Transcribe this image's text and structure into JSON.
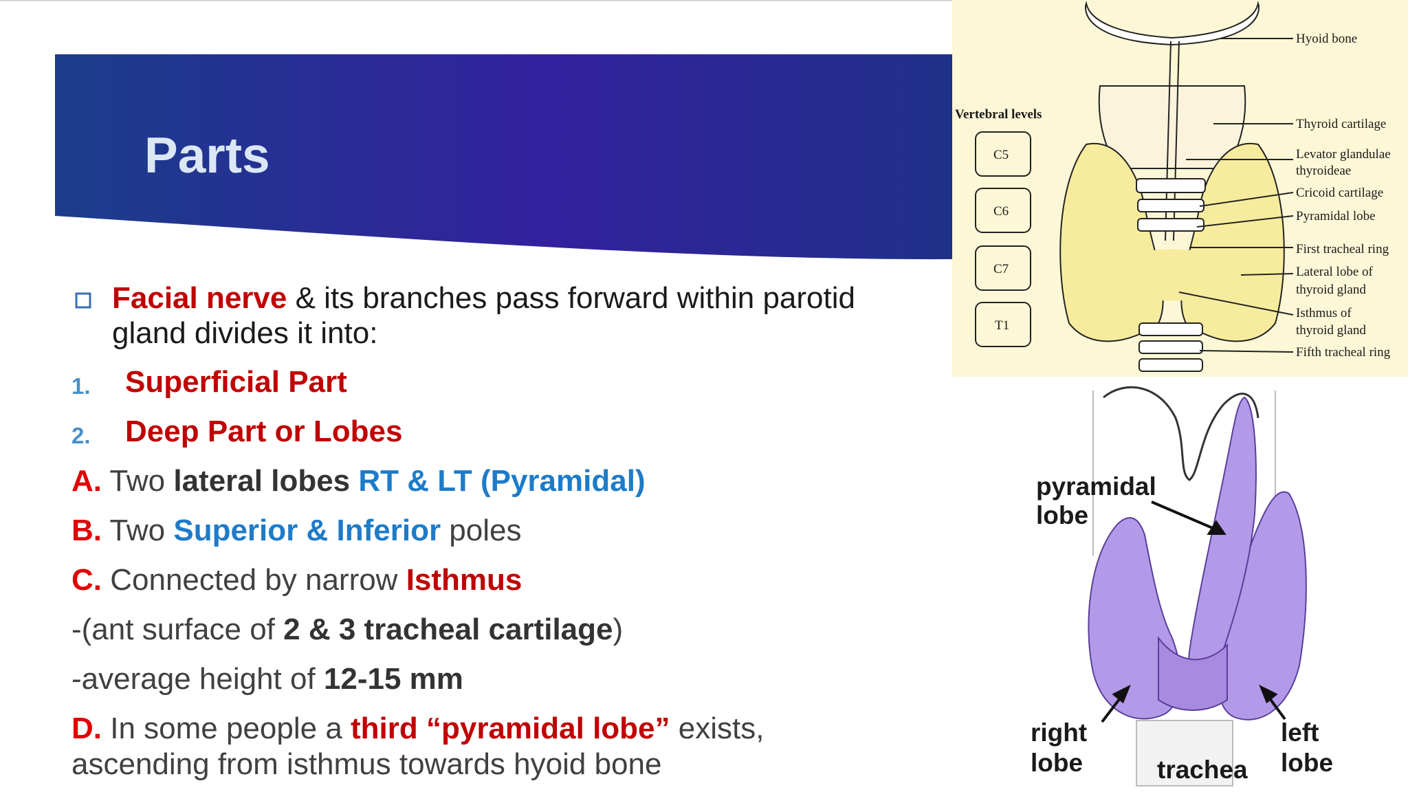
{
  "title": "Parts",
  "intro": {
    "highlight": "Facial nerve",
    "text_line1": " & its branches pass forward within parotid",
    "text_line2": "gland divides it into:"
  },
  "numbered": [
    {
      "num": "1.",
      "text": "Superficial Part"
    },
    {
      "num": "2.",
      "text": "Deep Part or Lobes"
    }
  ],
  "item_a": {
    "letter": "A.",
    "t1": " Two ",
    "t2": "lateral lobes",
    "t3": " ",
    "t4": "RT & LT (Pyramidal)"
  },
  "item_b": {
    "letter": "B.",
    "t1": " Two ",
    "t2": "Superior & Inferior",
    "t3": " poles"
  },
  "item_c": {
    "letter": "C.",
    "t1": " Connected by narrow ",
    "t2": "Isthmus"
  },
  "note_1": {
    "t1": "-(ant surface of ",
    "t2": "2 & 3 tracheal cartilage",
    "t3": ")"
  },
  "note_2": {
    "t1": "-average height of ",
    "t2": "12-15 mm"
  },
  "item_d": {
    "letter": "D.",
    "t1": " In some people a ",
    "t2": "third “pyramidal lobe”",
    "t3": " exists,",
    "line2": "ascending from isthmus towards hyoid bone"
  },
  "figure1": {
    "vertebral_title": "Vertebral levels",
    "levels": [
      "C5",
      "C6",
      "C7",
      "T1"
    ],
    "labels": {
      "hyoid": "Hyoid bone",
      "thyroid_cart": "Thyroid cartilage",
      "levator_1": "Levator glandulae",
      "levator_2": "thyroideae",
      "cricoid": "Cricoid cartilage",
      "pyramidal": "Pyramidal lobe",
      "first_ring": "First tracheal ring",
      "lateral_1": "Lateral lobe of",
      "lateral_2": "thyroid gland",
      "isthmus_1": "Isthmus of",
      "isthmus_2": "thyroid gland",
      "fifth_ring": "Fifth tracheal ring"
    }
  },
  "figure2": {
    "pyramidal_1": "pyramidal",
    "pyramidal_2": "lobe",
    "right_1": "right",
    "right_2": "lobe",
    "left_1": "left",
    "left_2": "lobe",
    "trachea": "trachea"
  },
  "colors": {
    "title": "#dbe7f5",
    "red": "#c00000",
    "blue": "#1e7bc8",
    "banner_dark": "#1c3f8c",
    "banner_purple": "#3a1c9a",
    "gland_purple": "#b39ae8",
    "gland_yellow": "#f7ec9e"
  }
}
